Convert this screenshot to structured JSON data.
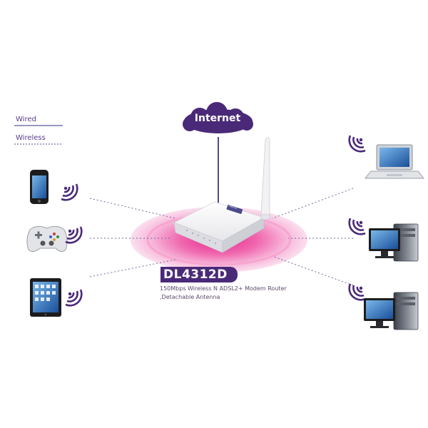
{
  "legend": {
    "wired": "Wired",
    "wireless": "Wireless"
  },
  "cloud": {
    "label": "Internet"
  },
  "product": {
    "model": "DL4312D",
    "description_line1": "150Mbps Wireless N ADSL2+ Modem Router",
    "description_line2": ",Detachable Antenna",
    "brand": "netis"
  },
  "colors": {
    "accent": "#4a2a78",
    "line": "#5a5aa0",
    "signal": "#e0308a"
  },
  "icons": {
    "left": [
      "smartphone-icon",
      "gamepad-icon",
      "tablet-icon"
    ],
    "right": [
      "laptop-icon",
      "desktop-pc-icon",
      "desktop-pc-icon"
    ],
    "signal": "wifi-signal-icon"
  }
}
